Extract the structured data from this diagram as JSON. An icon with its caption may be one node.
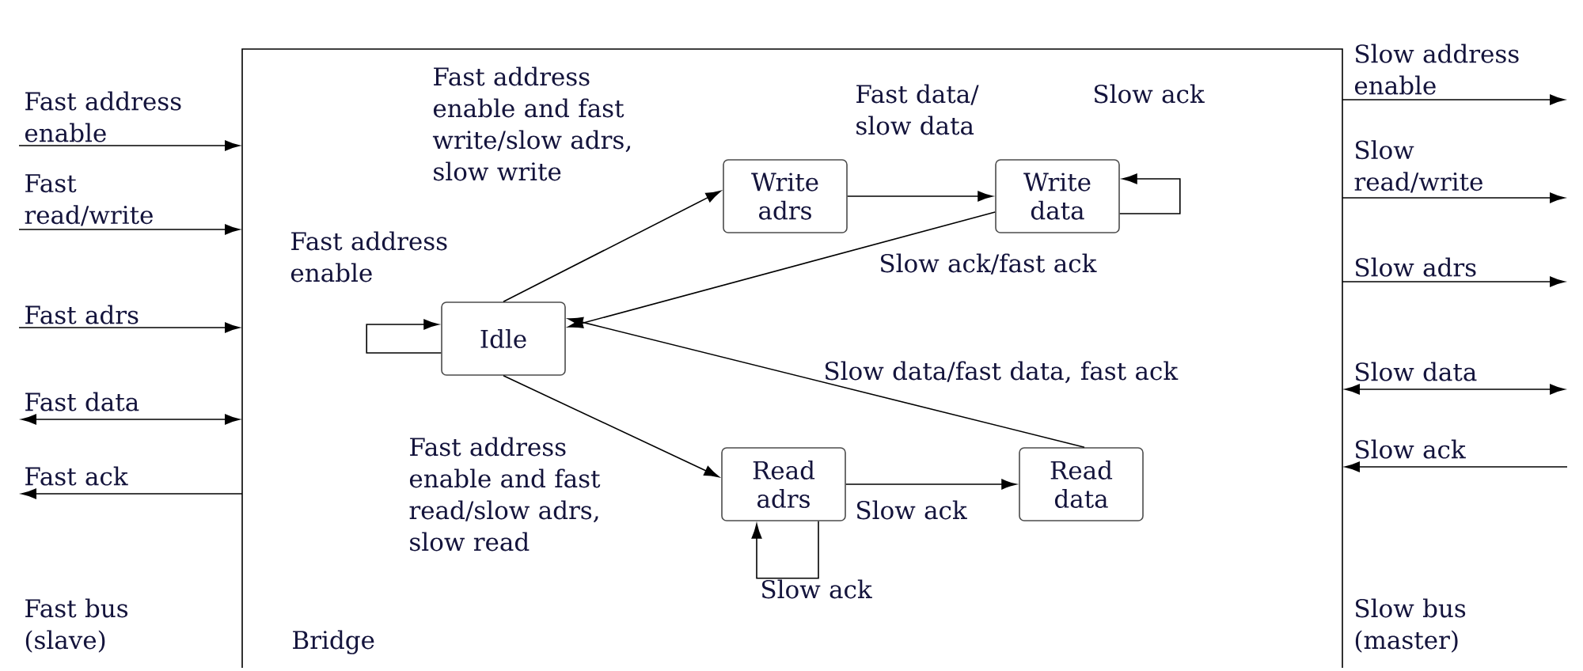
{
  "diagram": {
    "nodes": [
      {
        "text": [
          "Bridge"
        ]
      },
      {
        "text": [
          "Idle"
        ],
        "in": 0
      },
      {
        "text": [
          "Write adrs"
        ],
        "in": 0
      },
      {
        "text": [
          "Write data"
        ],
        "in": 0
      },
      {
        "text": [
          "Read adrs"
        ],
        "in": 0
      },
      {
        "text": [
          "Read data"
        ],
        "in": 0
      }
    ],
    "edges": [
      {
        "from": null,
        "to": 0,
        "arrow": "to",
        "label": "Fast address enable"
      },
      {
        "from": null,
        "to": 0,
        "arrow": "to",
        "label": "Fast read/write"
      },
      {
        "from": null,
        "to": 0,
        "arrow": "to",
        "label": "Fast adrs"
      },
      {
        "from": null,
        "to": 0,
        "arrow": "both",
        "label": "Fast data"
      },
      {
        "from": 0,
        "to": null,
        "arrow": "to",
        "label": "Fast ack"
      },
      {
        "from": 0,
        "to": null,
        "arrow": "to",
        "label": "Slow address enable"
      },
      {
        "from": 0,
        "to": null,
        "arrow": "to",
        "label": "Slow read/write"
      },
      {
        "from": 0,
        "to": null,
        "arrow": "to",
        "label": "Slow adrs"
      },
      {
        "from": 0,
        "to": null,
        "arrow": "both",
        "label": "Slow data"
      },
      {
        "from": null,
        "to": 0,
        "arrow": "to",
        "label": "Slow ack"
      },
      {
        "from": 1,
        "to": 1,
        "arrow": "to",
        "label": "Fast address enable"
      },
      {
        "from": 1,
        "to": 2,
        "arrow": "to",
        "label": "Fast address enable and fast write/slow adrs, slow write"
      },
      {
        "from": 2,
        "to": 3,
        "arrow": "to",
        "label": "Fast data/ slow data"
      },
      {
        "from": 3,
        "to": 3,
        "arrow": "to",
        "label": "Slow ack"
      },
      {
        "from": 3,
        "to": 1,
        "arrow": "to",
        "label": "Slow ack/fast ack"
      },
      {
        "from": 1,
        "to": 4,
        "arrow": "to",
        "label": "Fast address enable and fast read/slow adrs, slow read"
      },
      {
        "from": 4,
        "to": 4,
        "arrow": "to",
        "label": "Slow ack"
      },
      {
        "from": 4,
        "to": 5,
        "arrow": "to",
        "label": "Slow ack"
      },
      {
        "from": 5,
        "to": 1,
        "arrow": "to",
        "label": "Slow data/fast data, fast ack"
      }
    ],
    "labels": [
      "Fast bus (slave)",
      "Slow bus (master)"
    ]
  }
}
